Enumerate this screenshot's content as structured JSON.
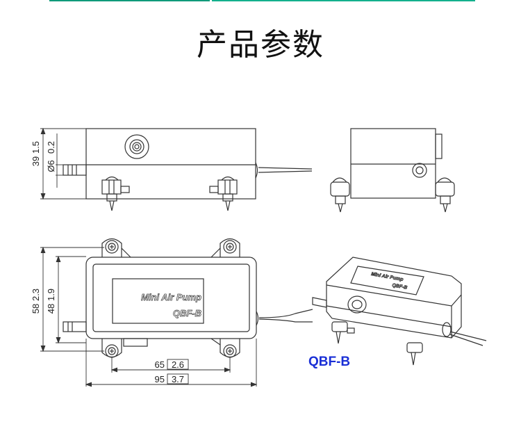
{
  "header": {
    "title": "产品参数"
  },
  "drawing": {
    "front_view": {
      "dimensions": {
        "height_mm": "39",
        "height_in": "1.5",
        "port_dia_mm": "Ø6",
        "port_dia_in": "0.2"
      }
    },
    "top_view": {
      "label_line1": "Mini Air Pump",
      "label_line2": "QBF-B",
      "dimensions": {
        "mount_height_mm": "58",
        "mount_height_in": "2.3",
        "body_height_mm": "48",
        "body_height_in": "1.9",
        "mount_spacing_mm": "65",
        "mount_spacing_in": "2.6",
        "body_length_mm": "95",
        "body_length_in": "3.7"
      }
    },
    "iso_view": {
      "label_line1": "Mini Air Pump",
      "label_line2": "QBF-B",
      "model_caption": "QBF-B"
    }
  },
  "colors": {
    "accent_bar": "#0f9a7a",
    "model_caption": "#1a2fd6"
  }
}
